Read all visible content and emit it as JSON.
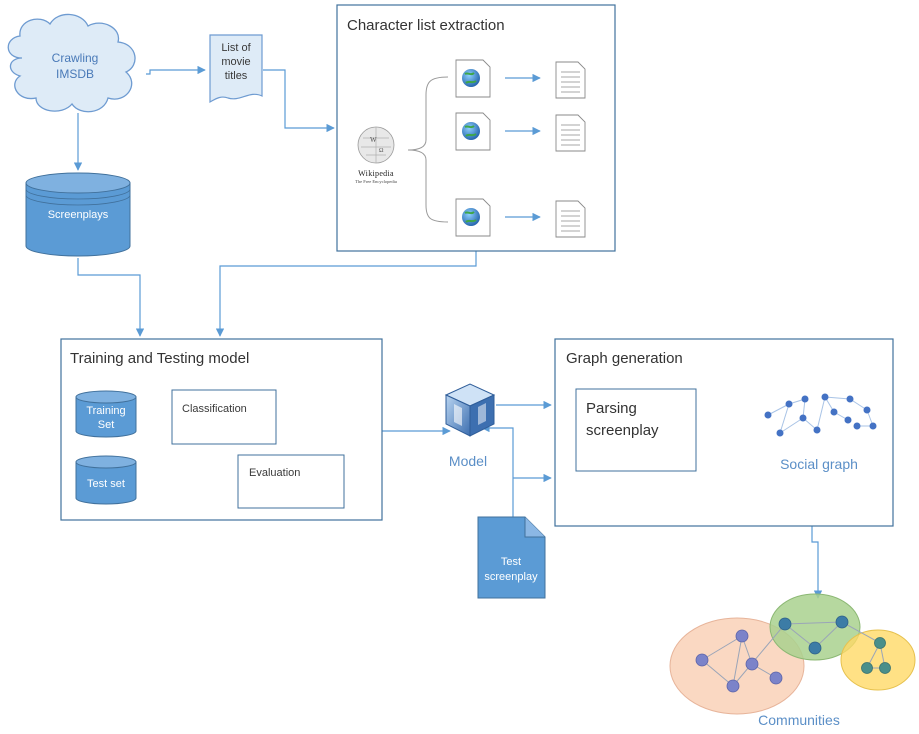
{
  "colors": {
    "accent": "#5b9bd5",
    "line": "#5b9bd5",
    "box_border": "#41719c",
    "cylinder_fill": "#5b9bd5",
    "cloud_fill": "#deebf7",
    "community_orange": "#f8cbad",
    "community_green": "#a9d18e",
    "community_yellow": "#ffd966",
    "node_blue": "#4472c4"
  },
  "nodes": {
    "cloud": {
      "line1": "Crawling",
      "line2": "IMSDB",
      "icon": "cloud-icon"
    },
    "movie_titles": {
      "line1": "List of",
      "line2": "movie",
      "line3": "titles",
      "icon": "document-icon"
    },
    "screenplays": {
      "label": "Screenplays",
      "icon": "database-cylinder-icon"
    },
    "char_extraction": {
      "title": "Character list extraction"
    },
    "wikipedia": {
      "name": "Wikipedia",
      "tagline": "The Free Encyclopedia",
      "icon": "wikipedia-logo-icon"
    },
    "training": {
      "title": "Training and Testing model",
      "training_set_line1": "Training",
      "training_set_line2": "Set",
      "test_set": "Test set",
      "classification": "Classification",
      "evaluation": "Evaluation"
    },
    "model": {
      "label": "Model",
      "icon": "model-cube-icon"
    },
    "test_screenplay": {
      "line1": "Test",
      "line2": "screenplay",
      "icon": "document-icon"
    },
    "graph_generation": {
      "title": "Graph generation",
      "parsing_line1": "Parsing",
      "parsing_line2": "screenplay",
      "social_graph": "Social graph"
    },
    "communities": {
      "label": "Communities"
    }
  }
}
